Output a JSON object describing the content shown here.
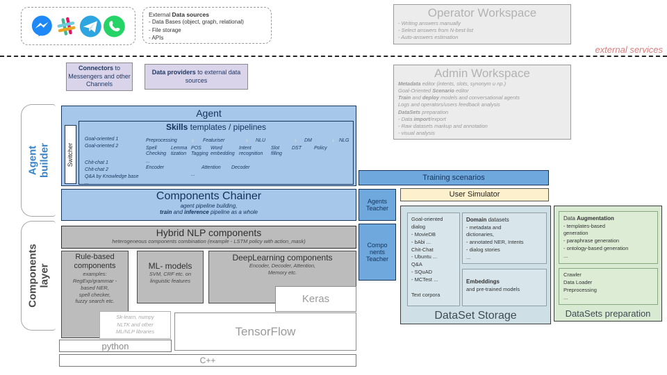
{
  "channels": {
    "icons": [
      "facebook-messenger",
      "slack",
      "telegram",
      "whatsapp"
    ]
  },
  "external_data_sources": {
    "title": [
      [
        "External ",
        false
      ],
      [
        "Data sources",
        true
      ]
    ],
    "items": "- Data Bases (object, graph, relational)\n- File storage\n- APIs"
  },
  "operator_workspace": {
    "title": "Operator Workspace",
    "items": "- Writing answers manually\n- Select answers from N-best list\n- Auto-answers estimation"
  },
  "external_services_label": "external services",
  "connectors_box": [
    [
      "Connectors",
      true
    ],
    [
      " to Messengers and other Channels",
      false
    ]
  ],
  "data_providers_box": [
    [
      "Data providers",
      true
    ],
    [
      " to external data sources",
      false
    ]
  ],
  "admin_workspace": {
    "title": "Admin Workspace",
    "lines": [
      [
        [
          "Metadata",
          true
        ],
        [
          " editor (intents, slots, synonym u np.)",
          false
        ]
      ],
      [
        [
          "Goal-Oriented ",
          false
        ],
        [
          "Scenario",
          true
        ],
        [
          " editor",
          false
        ]
      ],
      [
        [
          "Train",
          true
        ],
        [
          " and ",
          false
        ],
        [
          "deploy",
          true
        ],
        [
          " models and conversational agents",
          false
        ]
      ],
      [
        [
          "Logs and operators/users feedback analysis",
          false
        ]
      ],
      [
        [
          "DataSets",
          true
        ],
        [
          " preparation",
          false
        ]
      ],
      [
        [
          "- Data ",
          false
        ],
        [
          "import",
          true
        ],
        [
          "/export",
          false
        ]
      ],
      [
        [
          "- Raw datasets markup and annotation",
          false
        ]
      ],
      [
        [
          "- visual analysis",
          false
        ]
      ]
    ]
  },
  "agent_builder_label": "Agent\nbuilder",
  "components_layer_label": "Components\nlayer",
  "agent": {
    "title": "Agent",
    "switcher": "Switcher",
    "skills_title": [
      [
        "Skills",
        true
      ],
      [
        " templates / pipelines",
        false
      ]
    ],
    "skill_list": [
      "Goal-oriented 1",
      "Goal-oriented 2",
      "Chit-chat 1",
      "Chit-chat 2",
      "Q&A by Knowledge base",
      "..."
    ],
    "stages": [
      "Preprocessing",
      "Featuriser",
      "NLU",
      "DM",
      "NLG"
    ],
    "stage_arrow": "›",
    "sub_stages": [
      "Spell\nChecking",
      "Lemma\ntization",
      "POS\nTagging",
      "Word\nembedding",
      "Intent\nrecognition",
      "Slot\nfilling",
      "DST",
      "Policy"
    ],
    "row3": [
      "...",
      "Encoder",
      "Attention",
      "Decoder",
      "..."
    ]
  },
  "components_chainer": {
    "title": "Components Chainer",
    "sub1": "agent pipeline building,",
    "sub2": [
      [
        "train",
        true
      ],
      [
        " and ",
        false
      ],
      [
        "inference",
        true
      ],
      [
        " pipeline as a whole",
        false
      ]
    ]
  },
  "training_scenarios": "Training scenarios",
  "user_simulator": "User Simulator",
  "agents_teacher": "Agents\nTeacher",
  "components_teacher": "Compo\nnents\nTeacher",
  "hybrid": {
    "title": "Hybrid NLP components",
    "subtitle": "heterogeneous components combination (example - LSTM policy with action_mask)"
  },
  "rule_based": {
    "title": "Rule-based\ncomponents",
    "subtitle": "examples:\nRegExp/grammar -\nbased NER,\nspell checker,\nfuzzy search etc."
  },
  "ml_models": {
    "title": "ML- models",
    "subtitle": "SVM, CRF etc. on\nlinguistic features"
  },
  "deep_learning": {
    "title": "DeepLearning components",
    "subtitle": "Encoder, Decoder, Attention,\nMemory etc."
  },
  "keras": "Keras",
  "tensorflow": "TensorFlow",
  "python": "python",
  "cpp": "C++",
  "sklearn": "Sk-learn, numpy\nNLTK and other\nML/NLP libraries",
  "dataset_storage": {
    "label": "DataSet Storage",
    "goal_oriented": "Goal-oriented\ndialog\n- MovieDB\n- bAbi ...\nChit-Chat\n- Ubuntu ...\nQ&A\n- SQuAD\n- MCTest ...\n\nText corpora",
    "domain_title": [
      [
        "Domain",
        true
      ],
      [
        " datasets",
        false
      ]
    ],
    "domain_items": "- metadata and\ndictionaries,\n- annotated NER, Intents\n- dialog stories\n...",
    "embeddings_title": [
      [
        "Embeddings",
        true
      ]
    ],
    "embeddings_sub": "and pre-trained models"
  },
  "datasets_preparation": {
    "label": "DataSets preparation",
    "augmentation_title": [
      [
        "Data ",
        false
      ],
      [
        "Augmentation",
        true
      ]
    ],
    "augmentation_items": "- templates-based\ngeneration\n- paraphrase generation\n- ontology-based generation\n...",
    "crawler_items": "Crawler\nData Loader\nPreprocessing\n..."
  },
  "colors": {
    "accent_blue": "#6fa8dc",
    "light_blue": "#a6c7ea",
    "navy_text": "#13325b",
    "cream": "#fcf0cd",
    "gray_box": "#bcbcbc",
    "dataset_bg": "#cfdfe6",
    "green_bg": "#d9ead3",
    "external_services": "#dd7e7e"
  }
}
